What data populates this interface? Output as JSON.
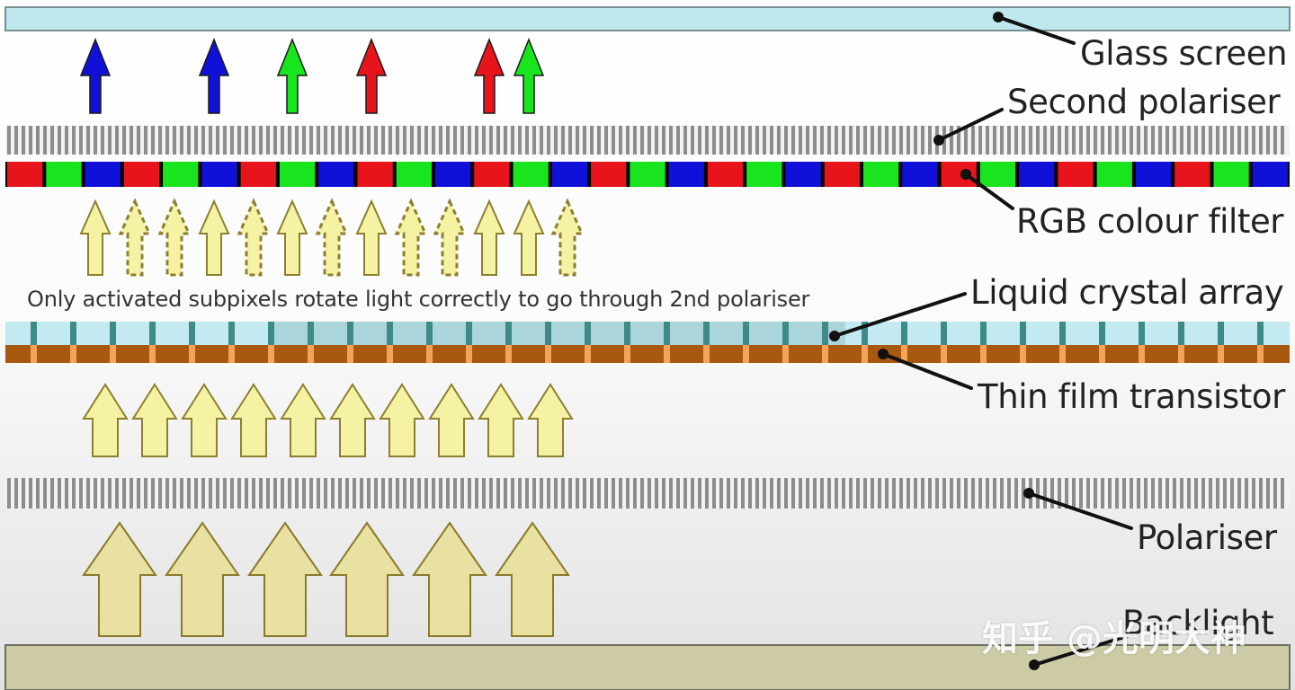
{
  "labels": {
    "glass_screen": "Glass screen",
    "second_polariser": "Second polariser",
    "rgb_filter": "RGB colour filter",
    "liquid_crystal": "Liquid crystal array",
    "tft": "Thin film transistor",
    "polariser": "Polariser",
    "backlight": "Backlight"
  },
  "note": "Only activated subpixels rotate light correctly to go through 2nd polariser",
  "watermark": "知乎 @光明大神",
  "colors": {
    "glass": "#bfe7ee",
    "red": "#e8141c",
    "green": "#19e51f",
    "blue": "#1010d8",
    "lc": "#c3eaf0",
    "lc_post": "#3d8a88",
    "tft": "#a8580f",
    "tft_post": "#f4a45a",
    "light_fill": "#f6f2a4",
    "light_stroke": "#8c8030",
    "backlight_fill": "#e8e1a2",
    "backlight_stroke": "#8a7a2a",
    "backlight_panel": "#cdcaa6"
  },
  "rgb_sequence": [
    "red",
    "green",
    "blue",
    "red",
    "green",
    "blue",
    "red",
    "green",
    "blue",
    "red",
    "green",
    "blue",
    "red",
    "green",
    "blue",
    "red",
    "green",
    "blue",
    "red",
    "green",
    "blue",
    "red",
    "green",
    "blue",
    "red",
    "green",
    "blue",
    "red",
    "green",
    "blue",
    "red",
    "green",
    "blue"
  ],
  "emitted_light": [
    "blue",
    "blue",
    "green",
    "red",
    "red",
    "green"
  ],
  "filtered_light_pattern": [
    "solid",
    "dashed",
    "dashed",
    "solid",
    "dashed",
    "solid",
    "dashed",
    "solid",
    "dashed",
    "dashed",
    "solid",
    "solid",
    "dashed"
  ]
}
